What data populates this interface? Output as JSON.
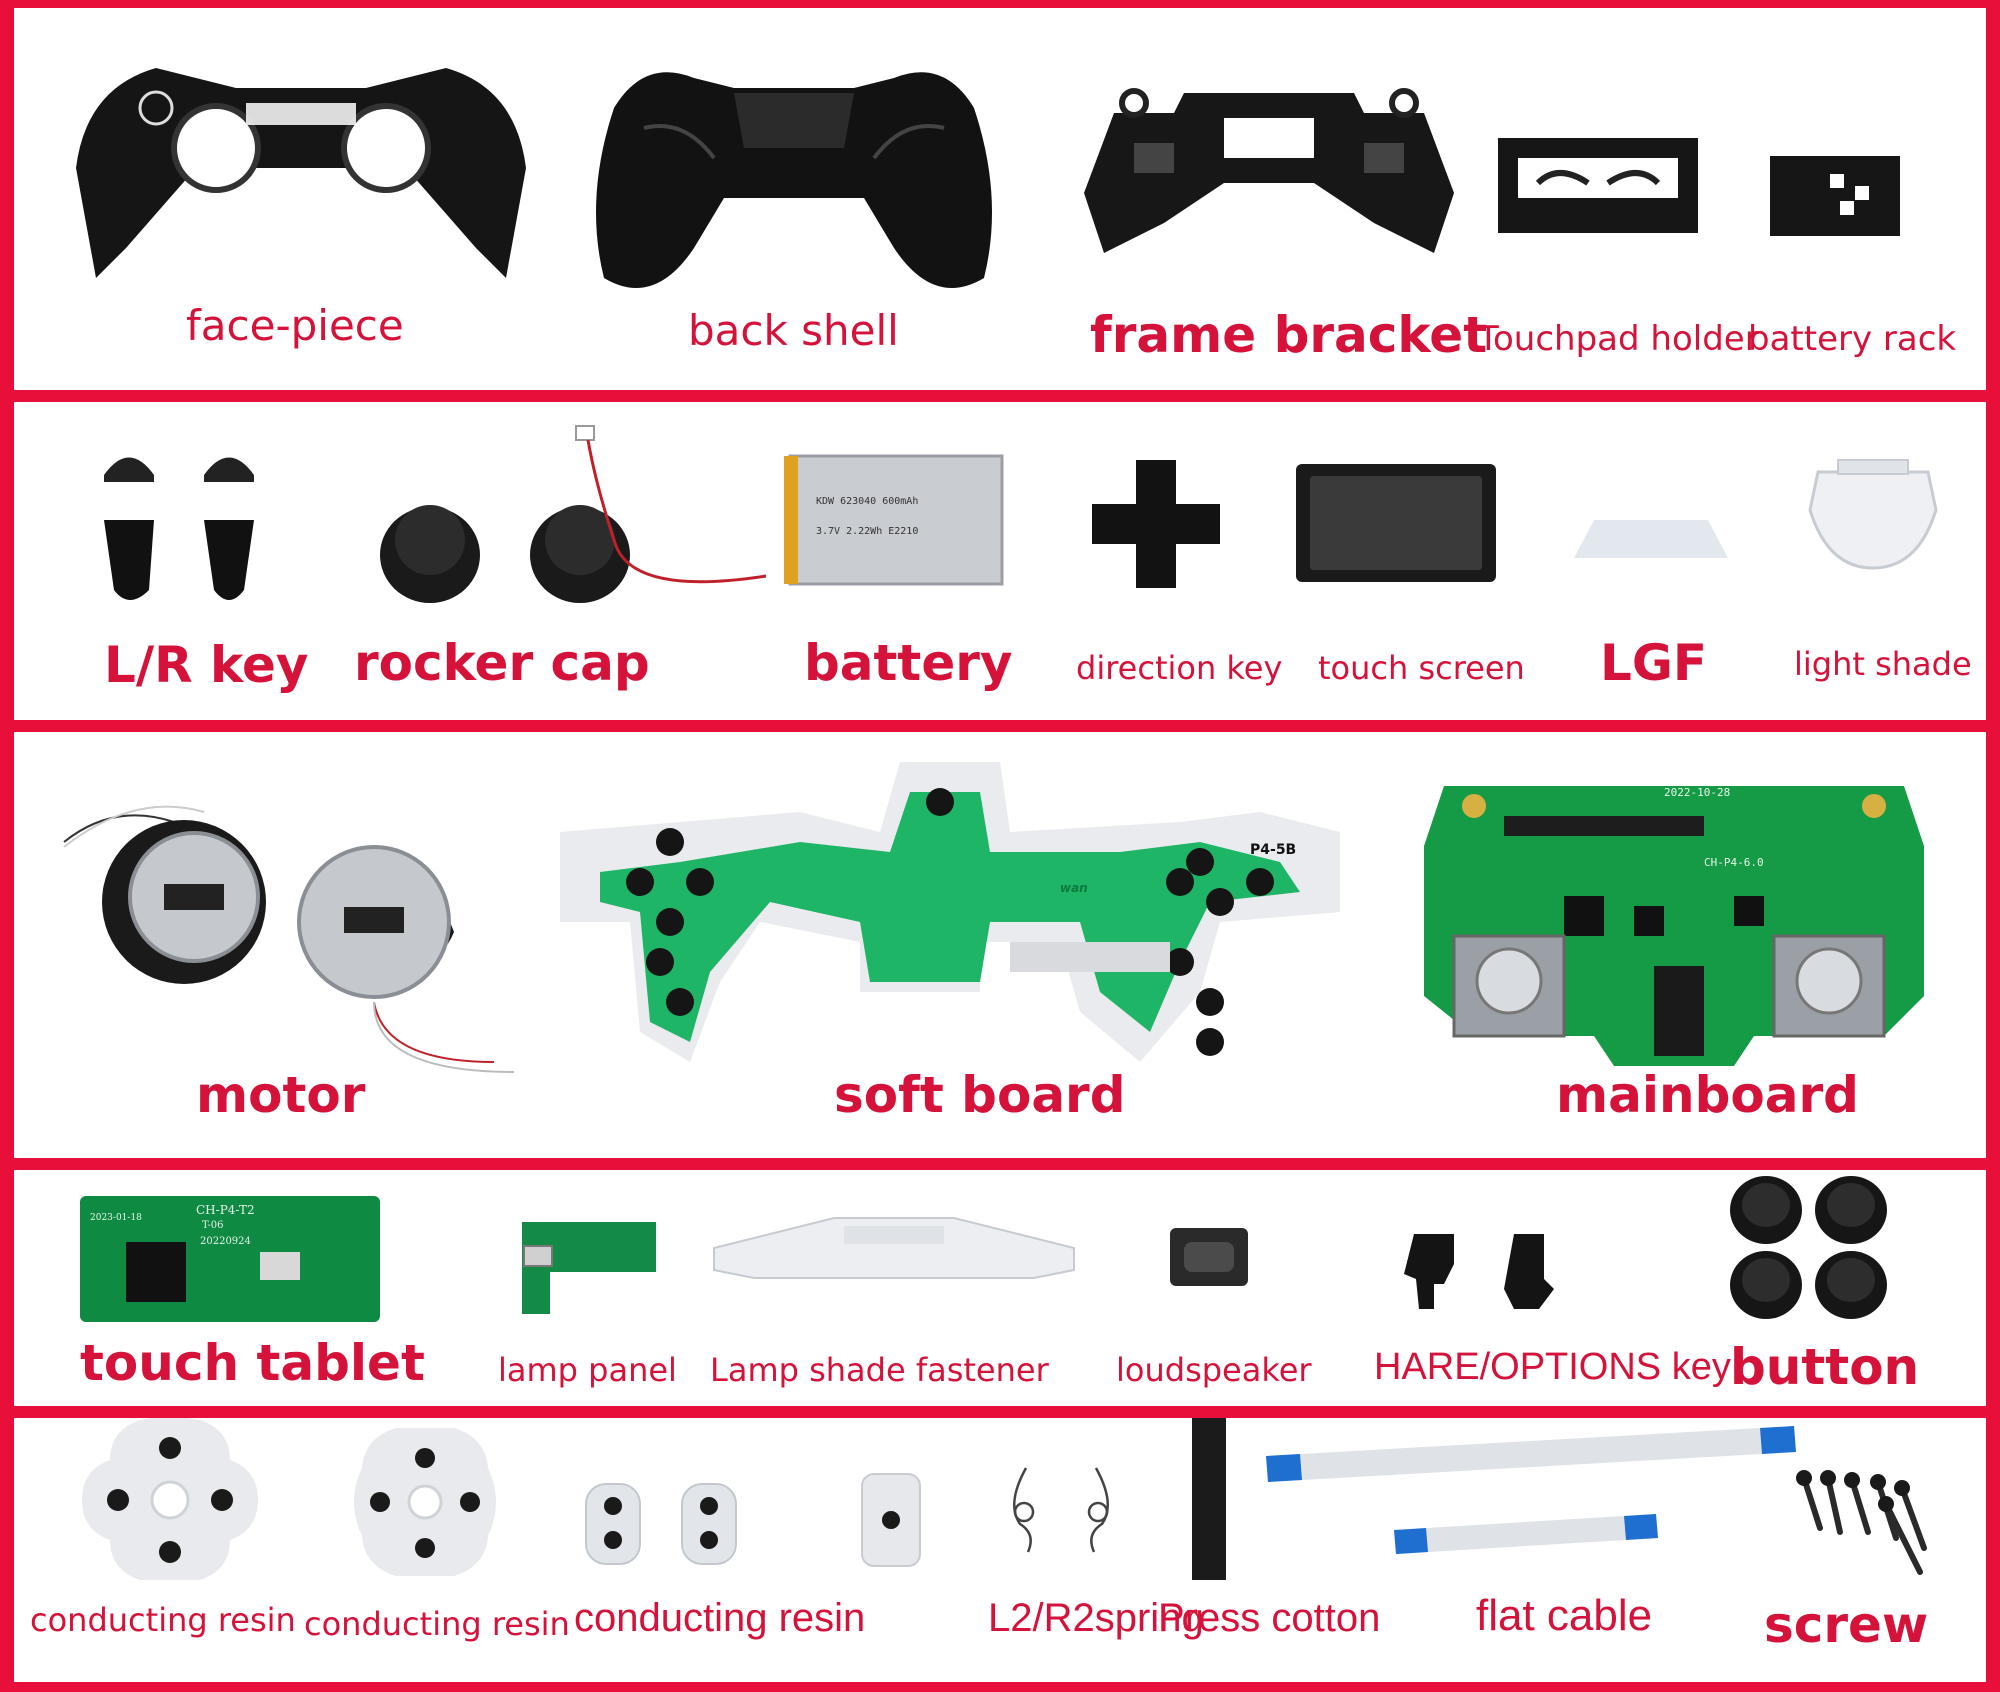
{
  "colors": {
    "frame": "#e8103a",
    "label": "#d4123a",
    "part_dark": "#151515",
    "pcb": "#17a34a",
    "silver": "#b8bcc0"
  },
  "rows": [
    {
      "items": [
        {
          "label": "face-piece",
          "icon": "controller-face-shell-icon"
        },
        {
          "label": "back shell",
          "icon": "controller-back-shell-icon"
        },
        {
          "label": "frame bracket",
          "icon": "frame-bracket-icon"
        },
        {
          "label": "Touchpad holder",
          "icon": "touchpad-holder-icon"
        },
        {
          "label": "battery rack",
          "icon": "battery-rack-icon"
        }
      ]
    },
    {
      "items": [
        {
          "label": "L/R key",
          "icon": "shoulder-keys-icon"
        },
        {
          "label": "rocker cap",
          "icon": "thumbstick-cap-icon"
        },
        {
          "label": "battery",
          "icon": "battery-icon",
          "printed": [
            "KDW 623040 600mAh",
            "3.7V 2.22Wh E2210"
          ]
        },
        {
          "label": "direction key",
          "icon": "dpad-icon"
        },
        {
          "label": "touch screen",
          "icon": "touchpad-icon"
        },
        {
          "label": "LGF",
          "icon": "light-guide-icon"
        },
        {
          "label": "light shade",
          "icon": "light-shade-icon"
        }
      ]
    },
    {
      "items": [
        {
          "label": "motor",
          "icon": "vibration-motor-icon"
        },
        {
          "label": "soft board",
          "icon": "flex-board-icon",
          "printed": [
            "P4-5B",
            "wan"
          ]
        },
        {
          "label": "mainboard",
          "icon": "mainboard-icon",
          "printed": [
            "2022-10-28",
            "CH-P4-6.0"
          ]
        }
      ]
    },
    {
      "items": [
        {
          "label": "touch tablet",
          "icon": "touch-board-icon",
          "printed": [
            "CH-P4-T2",
            "T-06",
            "20220924",
            "2023-01-18"
          ]
        },
        {
          "label": "lamp panel",
          "icon": "lamp-board-icon"
        },
        {
          "label": "Lamp shade fastener",
          "icon": "lamp-fastener-icon"
        },
        {
          "label": "loudspeaker",
          "icon": "speaker-icon"
        },
        {
          "label": "HARE/OPTIONS key",
          "icon": "share-options-keys-icon"
        },
        {
          "label": "button",
          "icon": "face-buttons-icon"
        }
      ]
    },
    {
      "items": [
        {
          "label": "conducting resin",
          "icon": "dpad-rubber-pad-icon"
        },
        {
          "label": "conducting resin",
          "icon": "button-rubber-pad-icon"
        },
        {
          "label": "conducting resin",
          "icon": "small-rubber-pads-icon"
        },
        {
          "label": "",
          "icon": "single-rubber-pad-icon"
        },
        {
          "label": "L2/R2spring",
          "icon": "trigger-springs-icon"
        },
        {
          "label": "Press cotton",
          "icon": "press-cotton-icon"
        },
        {
          "label": "flat cable",
          "icon": "ribbon-cable-icon"
        },
        {
          "label": "screw",
          "icon": "screws-icon"
        }
      ]
    }
  ]
}
